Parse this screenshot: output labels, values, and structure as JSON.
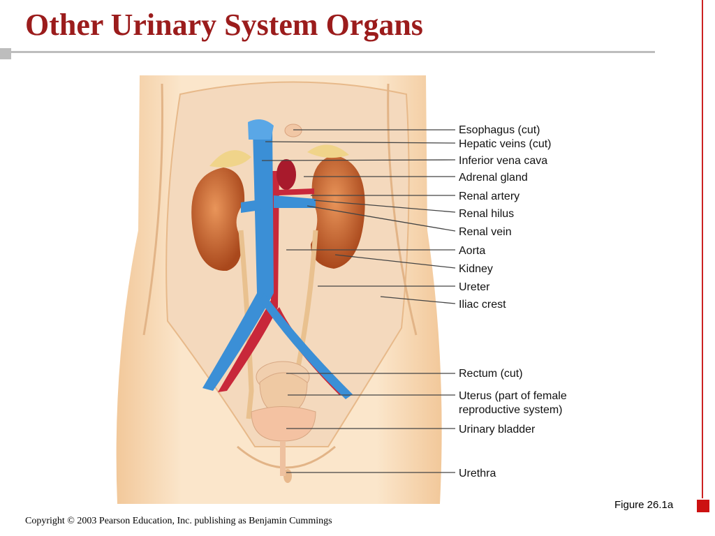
{
  "slide": {
    "title": "Other Urinary System Organs",
    "figure_label": "Figure 26.1a",
    "copyright": "Copyright © 2003 Pearson Education, Inc. publishing as Benjamin Cummings"
  },
  "labels": [
    {
      "id": "esophagus",
      "text": "Esophagus (cut)"
    },
    {
      "id": "hepatic-veins",
      "text": "Hepatic veins (cut)"
    },
    {
      "id": "inferior-vena-cava",
      "text": "Inferior vena cava"
    },
    {
      "id": "adrenal-gland",
      "text": "Adrenal gland"
    },
    {
      "id": "renal-artery",
      "text": "Renal artery"
    },
    {
      "id": "renal-hilus",
      "text": "Renal hilus"
    },
    {
      "id": "renal-vein",
      "text": "Renal vein"
    },
    {
      "id": "aorta",
      "text": "Aorta"
    },
    {
      "id": "kidney",
      "text": "Kidney"
    },
    {
      "id": "ureter",
      "text": "Ureter"
    },
    {
      "id": "iliac-crest",
      "text": "Iliac crest"
    },
    {
      "id": "rectum",
      "text": "Rectum (cut)"
    },
    {
      "id": "uterus",
      "text": "Uterus (part of female",
      "text2": "reproductive system)"
    },
    {
      "id": "urinary-bladder",
      "text": "Urinary bladder"
    },
    {
      "id": "urethra",
      "text": "Urethra"
    }
  ],
  "colors": {
    "title": "#9b1c1c",
    "vein": "#3b8fd6",
    "artery": "#c8283a",
    "kidney": "#c8692e",
    "skin": "#f7dcb8",
    "accent": "#cc1111"
  }
}
